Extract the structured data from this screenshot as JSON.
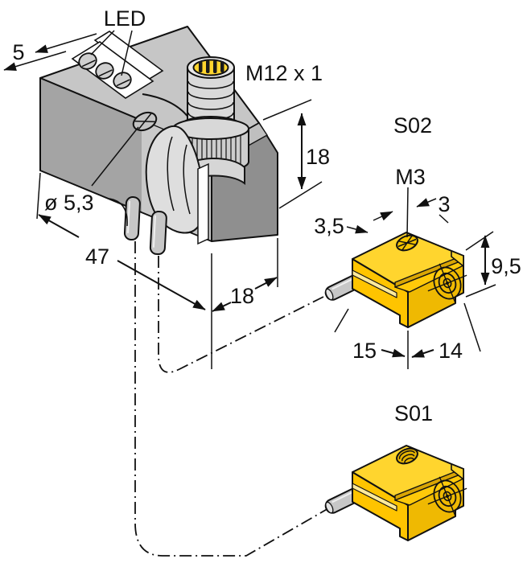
{
  "drawing": {
    "title": "sensor-dimension-drawing",
    "labels": {
      "led": "LED",
      "connector_thread": "M12 x 1",
      "sensor_head_top": "S02",
      "sensor_head_bottom": "S01",
      "mounting_thread": "M3"
    },
    "dimensions": {
      "chamfer_width": "5",
      "body_height": "18",
      "mounting_hole_diameter": "ø 5,3",
      "body_length": "47",
      "body_depth": "18",
      "head_hole_offset_x": "3,5",
      "head_hole_offset_y": "3",
      "head_height": "9,5",
      "head_length": "15",
      "head_width": "14"
    },
    "colors": {
      "accent_yellow": "#FFD52E",
      "body_gray_front": "#A4A4A4",
      "body_gray_top": "#C6C6C6",
      "body_gray_end": "#8F8F8F",
      "line_black": "#111111"
    }
  }
}
